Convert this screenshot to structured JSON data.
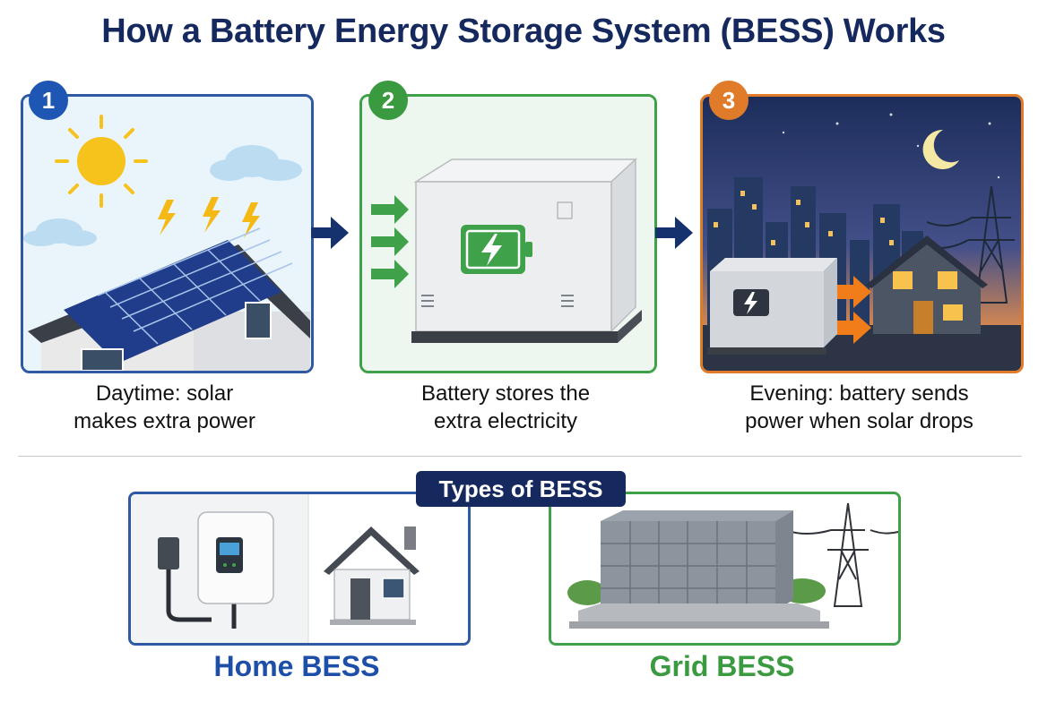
{
  "title": "How a Battery Energy Storage System (BESS) Works",
  "steps": [
    {
      "number": "1",
      "caption_line1": "Daytime: solar",
      "caption_line2": "makes extra power",
      "color": "#1e56b3"
    },
    {
      "number": "2",
      "caption_line1": "Battery stores the",
      "caption_line2": "extra electricity",
      "color": "#3a9a3f"
    },
    {
      "number": "3",
      "caption_line1": "Evening: battery sends",
      "caption_line2": "power when solar drops",
      "color": "#e07b2a"
    }
  ],
  "types_heading": "Types of BESS",
  "types": [
    {
      "label": "Home BESS",
      "color": "#1e4fa8"
    },
    {
      "label": "Grid BESS",
      "color": "#3a9a3f"
    }
  ],
  "icons": [
    "sun-icon",
    "cloud-icon",
    "lightning-icon",
    "solar-house-icon",
    "battery-container-icon",
    "battery-charge-icon",
    "city-skyline-icon",
    "moon-icon",
    "power-pylon-icon",
    "house-icon",
    "wall-battery-icon",
    "grid-battery-icon"
  ]
}
